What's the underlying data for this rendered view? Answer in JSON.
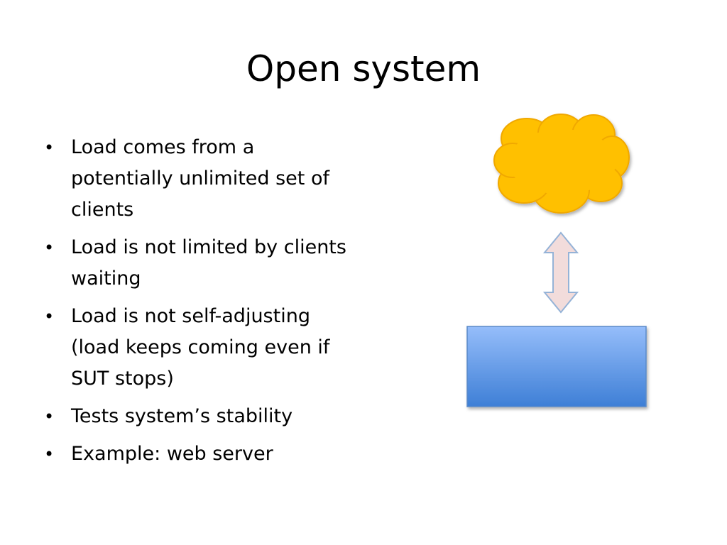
{
  "slide": {
    "title": "Open system",
    "bullets": [
      "Load comes from a potentially unlimited set of clients",
      "Load is not limited by clients waiting",
      "Load is not self-adjusting (load keeps coming even if SUT stops)",
      "Tests system’s stability",
      "Example: web server"
    ]
  },
  "diagram": {
    "cloud_color": "#FFC000",
    "cloud_stroke": "#F0A800",
    "arrow_fill": "#F2DCDB",
    "arrow_stroke": "#95B3D7",
    "box_gradient_top": "#95BDFA",
    "box_gradient_bottom": "#3E7FD6",
    "box_stroke": "#5A8AC8"
  }
}
